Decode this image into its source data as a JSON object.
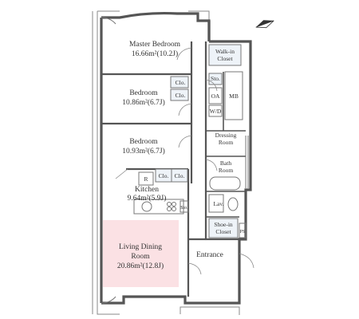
{
  "rooms": {
    "master_bedroom": {
      "name": "Master Bedroom",
      "area": "16.66m²(10.2J)"
    },
    "bedroom_1": {
      "name": "Bedroom",
      "area": "10.86m²(6.7J)"
    },
    "bedroom_2": {
      "name": "Bedroom",
      "area": "10.93m²(6.7J)"
    },
    "kitchen": {
      "name": "Kitchen",
      "area": "9.64m²(5.9J)"
    },
    "living_dining": {
      "name_line1": "Living Dining",
      "name_line2": "Room",
      "area": "20.86m²(12.8J)"
    },
    "walk_in_closet": {
      "line1": "Walk-in",
      "line2": "Closet"
    },
    "dressing_room": {
      "line1": "Dressing",
      "line2": "Room"
    },
    "bath_room": {
      "line1": "Bath",
      "line2": "Room"
    },
    "shoe_in_closet": {
      "line1": "Shoe-in",
      "line2": "Closet"
    },
    "entrance": "Entrance"
  },
  "small_labels": {
    "sto_1": "Sto.",
    "sto_2": "Sto.",
    "oa": "OA",
    "mb": "MB",
    "wd": "W/D",
    "clo_1": "Clo.",
    "clo_2": "Clo.",
    "clo_3": "Clo.",
    "clo_4": "Clo.",
    "r": "R",
    "lav": "Lav.",
    "ps": "PS"
  },
  "colors": {
    "living_highlight": "#fbe1e4",
    "closet_fill": "#eef3f8",
    "wall": "#555555"
  },
  "icons": {
    "north": "compass-north-arrow-icon"
  }
}
